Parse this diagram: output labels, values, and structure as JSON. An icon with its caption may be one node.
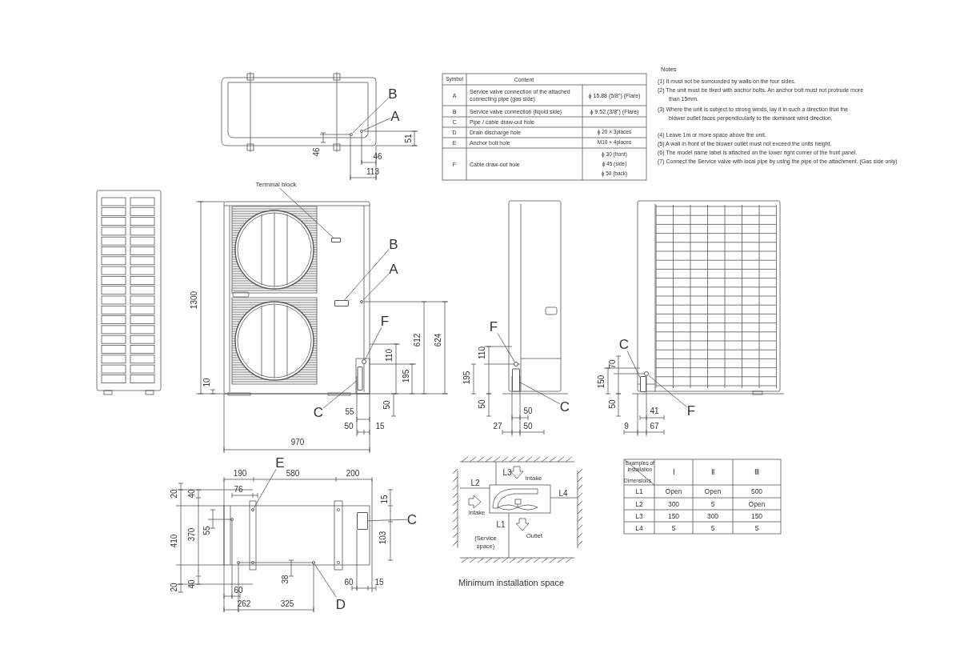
{
  "diagram": {
    "nodes": [
      {
        "text": [
          "B"
        ]
      },
      {
        "text": [
          "A"
        ]
      },
      {
        "text": [
          "Terminal block"
        ]
      },
      {
        "text": [
          "B"
        ]
      },
      {
        "text": [
          "A"
        ]
      },
      {
        "text": [
          "F"
        ]
      },
      {
        "text": [
          "C"
        ]
      },
      {
        "text": [
          "F"
        ]
      },
      {
        "text": [
          "C"
        ]
      },
      {
        "text": [
          "C"
        ]
      },
      {
        "text": [
          "F"
        ]
      },
      {
        "text": [
          "E"
        ]
      },
      {
        "text": [
          "C"
        ]
      },
      {
        "text": [
          "D"
        ]
      },
      {
        "text": [],
        "shape": "circle"
      },
      {
        "text": [],
        "shape": "circle"
      },
      {
        "text": [],
        "shape": "box"
      },
      {
        "text": [],
        "shape": "box"
      },
      {
        "text": [],
        "shape": "circle"
      },
      {
        "text": [],
        "shape": "circle"
      },
      {
        "text": [],
        "shape": "box"
      },
      {
        "text": [],
        "shape": "circle"
      },
      {
        "text": [],
        "shape": "box"
      },
      {
        "text": [],
        "shape": "box"
      },
      {
        "text": [],
        "shape": "circle"
      },
      {
        "text": [],
        "shape": "circle"
      },
      {
        "text": [],
        "shape": "box"
      },
      {
        "text": [],
        "shape": "circle"
      }
    ],
    "edges": [
      {
        "from": 0,
        "to": 14,
        "arrow": "none"
      },
      {
        "from": 1,
        "to": 15,
        "arrow": "none"
      },
      {
        "from": 2,
        "to": 16,
        "arrow": "none"
      },
      {
        "from": 3,
        "to": 17,
        "arrow": "none"
      },
      {
        "from": 4,
        "to": 18,
        "arrow": "none"
      },
      {
        "from": 5,
        "to": 19,
        "arrow": "none"
      },
      {
        "from": 6,
        "to": 20,
        "arrow": "none"
      },
      {
        "from": 7,
        "to": 21,
        "arrow": "none"
      },
      {
        "from": 8,
        "to": 22,
        "arrow": "none"
      },
      {
        "from": 9,
        "to": 23,
        "arrow": "none"
      },
      {
        "from": 10,
        "to": 24,
        "arrow": "none"
      },
      {
        "from": 11,
        "to": 25,
        "arrow": "none"
      },
      {
        "from": 12,
        "to": 26,
        "arrow": "none"
      },
      {
        "from": 13,
        "to": 27,
        "arrow": "none"
      }
    ],
    "labels": [
      "46",
      "51",
      "46",
      "113",
      "Symbol",
      "Content",
      "A",
      "Service valve connection of the attached connecting pipe (gas side)",
      "ϕ 15.88 (5/8\") (Flare)",
      "B",
      "Service valve connection (liquid side)",
      "ϕ 9.52 (3/8\") (Flare)",
      "C",
      "Pipe / cable draw-out hole",
      "D",
      "Drain discharge hole",
      "ϕ 20 × 3places",
      "E",
      "Anchor bolt hole",
      "M10 × 4places",
      "F",
      "Cable draw-out hole",
      "ϕ 30 (front)",
      "ϕ 45 (side)",
      "ϕ 50 (back)",
      "Notes",
      "(1) It must not be surrounded by walls on the four sides.",
      "(2) The unit must be fixed with anchor bolts. An anchor bolt must not protrude more than 15mm.",
      "(3) Where the unit is subject to strong winds, lay it in such a direction that the blower outlet faces perpendicularly to the dominant wind direction.",
      "(4) Leave 1m or more space above the unit.",
      "(5) A wall in front of the blower outlet must not exceed the units height.",
      "(6) The model name label is attached on the lower right corner of the front panel.",
      "(7) Connect the Service valve with local pipe by using the pipe of the attachment. (Gas side only)",
      "1300",
      "10",
      "110",
      "195",
      "612",
      "624",
      "50",
      "55",
      "50",
      "15",
      "970",
      "110",
      "195",
      "50",
      "50",
      "27",
      "50",
      "70",
      "150",
      "50",
      "41",
      "9",
      "67",
      "190",
      "580",
      "200",
      "76",
      "20",
      "40",
      "15",
      "55",
      "410",
      "370",
      "103",
      "38",
      "60",
      "15",
      "20",
      "40",
      "60",
      "262",
      "325",
      "L3",
      "Intake",
      "L2",
      "Intake",
      "L4",
      "L1",
      "Outlet",
      "(Service space)",
      "Minimum installation space",
      "Examples of installation",
      "Dimensions",
      "Ⅰ",
      "Ⅱ",
      "Ⅲ",
      "L1",
      "Open",
      "Open",
      "500",
      "L2",
      "300",
      "5",
      "Open",
      "L3",
      "150",
      "300",
      "150",
      "L4",
      "5",
      "5",
      "5"
    ]
  }
}
